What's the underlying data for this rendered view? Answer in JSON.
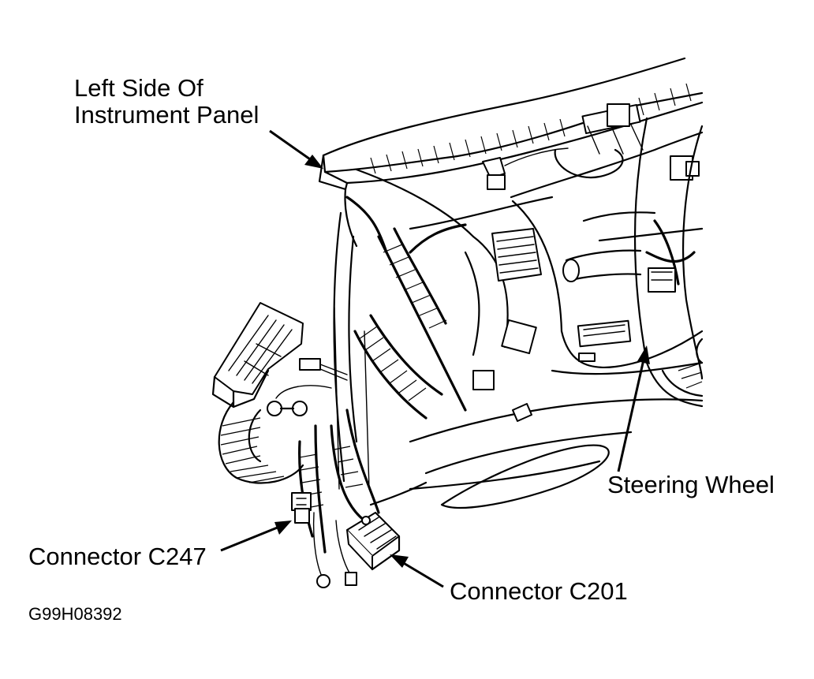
{
  "figure": {
    "labels": {
      "panel_line1": "Left Side Of",
      "panel_line2": "Instrument Panel",
      "steering_wheel": "Steering Wheel",
      "connector_c247": "Connector C247",
      "connector_c201": "Connector C201"
    },
    "figure_code": "G99H08392",
    "colors": {
      "ink": "#000000",
      "background": "#ffffff"
    }
  }
}
